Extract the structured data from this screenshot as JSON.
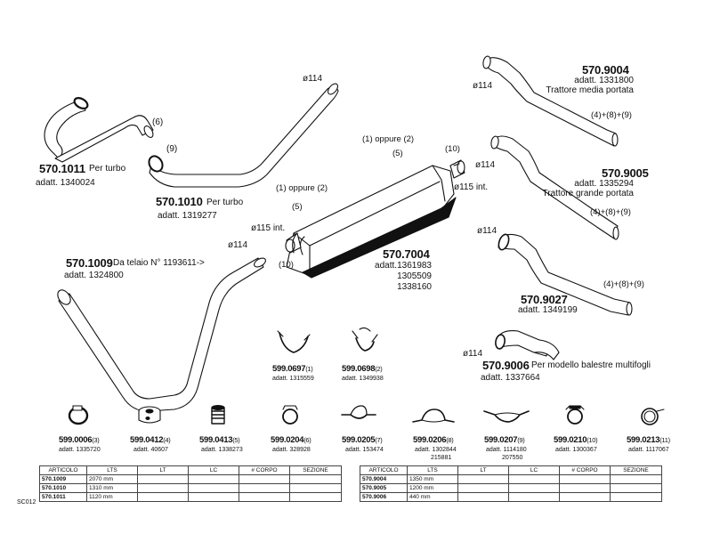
{
  "pipes": {
    "p1011": {
      "code": "570.1011",
      "desc": "Per turbo",
      "adatt": "adatt. 1340024",
      "ref": "(6)"
    },
    "p1010": {
      "code": "570.1010",
      "desc": "Per turbo",
      "adatt": "adatt. 1319277",
      "ref": "(9)",
      "dim": "ø114"
    },
    "p1009": {
      "code": "570.1009",
      "desc": "Da telaio N° 1193611->",
      "adatt": "adatt. 1324800",
      "dim": "ø114"
    }
  },
  "silencer": {
    "code": "570.7004",
    "adatt_lines": [
      "adatt.1361983",
      "1305509",
      "1338160"
    ],
    "ref_top": "(1) oppure (2)",
    "ref_top2": "(5)",
    "ref_left": "(1) oppure (2)",
    "ref_left2": "(5)",
    "ref_10a": "(10)",
    "ref_10b": "(10)",
    "dim_left": "ø115 int.",
    "dim_right": "ø115 int."
  },
  "right_pipes": {
    "p9004": {
      "code": "570.9004",
      "adatt": "adatt. 1331800",
      "desc": "Trattore media portata",
      "refs": "(4)+(8)+(9)",
      "dim": "ø114"
    },
    "p9005": {
      "code": "570.9005",
      "adatt": "adatt. 1335294",
      "desc": "Trattore grande portata",
      "refs": "(4)+(8)+(9)",
      "dim": "ø114"
    },
    "p9027": {
      "code": "570.9027",
      "adatt": "adatt. 1349199",
      "refs": "(4)+(8)+(9)",
      "dim": "ø114"
    },
    "p9006": {
      "code": "570.9006",
      "desc": "Per modello balestre multifogli",
      "adatt": "adatt. 1337664",
      "dim": "ø114"
    }
  },
  "clamps_top": [
    {
      "code": "599.0697",
      "ref": "(1)",
      "adatt": "adatt. 1315559"
    },
    {
      "code": "599.0698",
      "ref": "(2)",
      "adatt": "adatt. 1349938"
    }
  ],
  "fittings": [
    {
      "code": "599.0006",
      "ref": "(3)",
      "adatt": "adatt. 1335720",
      "adatt2": ""
    },
    {
      "code": "599.0412",
      "ref": "(4)",
      "adatt": "adatt. 40607",
      "adatt2": ""
    },
    {
      "code": "599.0413",
      "ref": "(5)",
      "adatt": "adatt. 1338273",
      "adatt2": ""
    },
    {
      "code": "599.0204",
      "ref": "(6)",
      "adatt": "adatt. 328928",
      "adatt2": ""
    },
    {
      "code": "599.0205",
      "ref": "(7)",
      "adatt": "adatt. 153474",
      "adatt2": ""
    },
    {
      "code": "599.0206",
      "ref": "(8)",
      "adatt": "adatt. 1302844",
      "adatt2": "215881"
    },
    {
      "code": "599.0207",
      "ref": "(9)",
      "adatt": "adatt. 1114180",
      "adatt2": "207550"
    },
    {
      "code": "599.0210",
      "ref": "(10)",
      "adatt": "adatt. 1300367",
      "adatt2": ""
    },
    {
      "code": "599.0213",
      "ref": "(11)",
      "adatt": "adatt. 1117067",
      "adatt2": ""
    }
  ],
  "table_left": {
    "headers": [
      "ARTICOLO",
      "LTS",
      "LT",
      "LC",
      "# CORPO",
      "SEZIONE"
    ],
    "rows": [
      [
        "570.1009",
        "2070 mm",
        "",
        "",
        "",
        ""
      ],
      [
        "570.1010",
        "1310 mm",
        "",
        "",
        "",
        ""
      ],
      [
        "570.1011",
        "1120 mm",
        "",
        "",
        "",
        ""
      ]
    ]
  },
  "table_right": {
    "headers": [
      "ARTICOLO",
      "LTS",
      "LT",
      "LC",
      "# CORPO",
      "SEZIONE"
    ],
    "rows": [
      [
        "570.9004",
        "1350 mm",
        "",
        "",
        "",
        ""
      ],
      [
        "570.9005",
        "1200 mm",
        "",
        "",
        "",
        ""
      ],
      [
        "570.9006",
        "440 mm",
        "",
        "",
        "",
        ""
      ]
    ]
  },
  "sheet_code": "SC012"
}
